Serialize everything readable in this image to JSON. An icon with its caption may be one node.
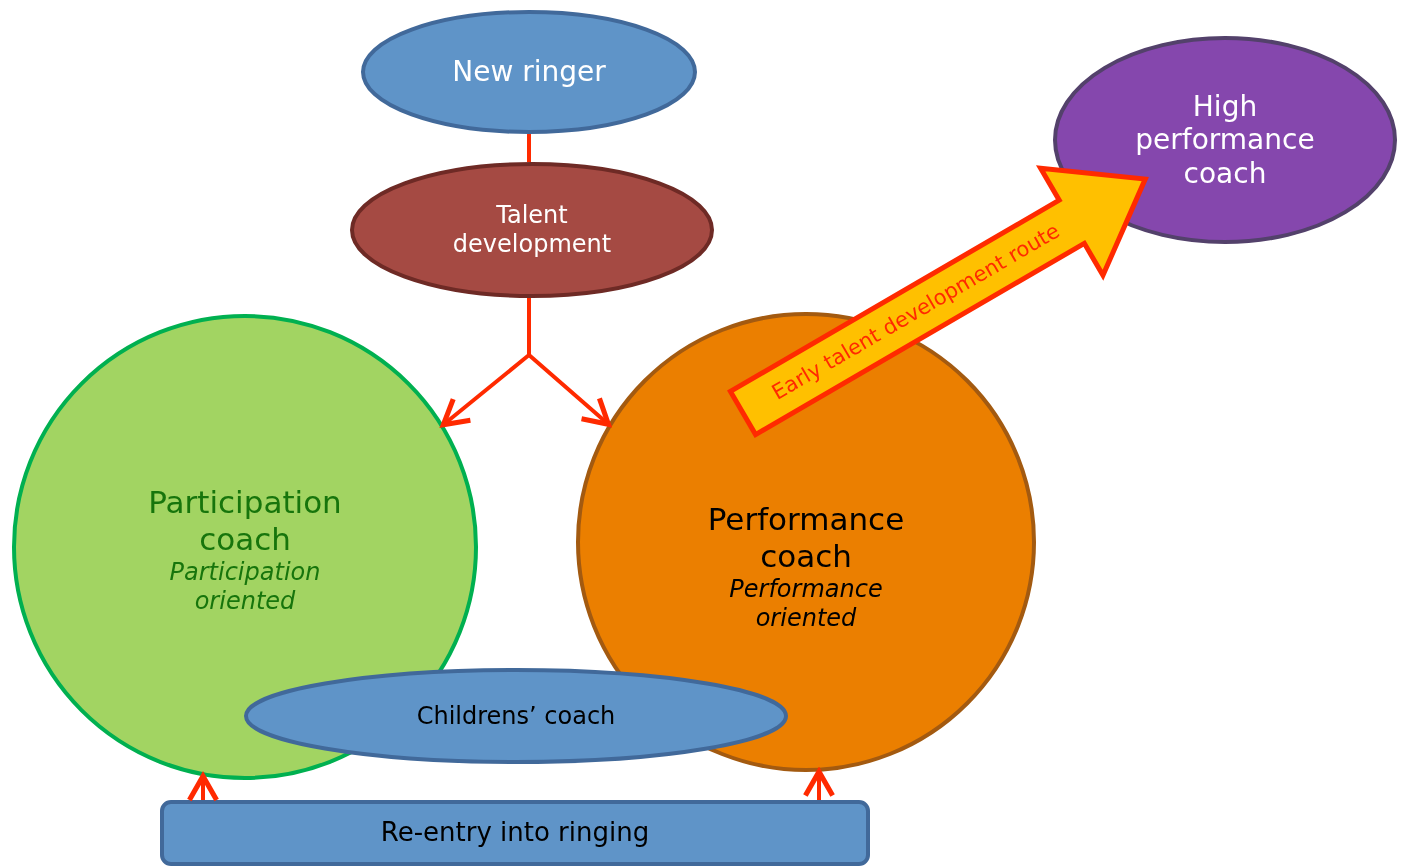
{
  "diagram": {
    "nodes": [
      {
        "text": [
          "New ringer"
        ]
      },
      {
        "text": [
          "Talent development"
        ]
      },
      {
        "text": [
          "Participation coach",
          "Participation oriented"
        ]
      },
      {
        "text": [
          "Performance coach",
          "Performance oriented"
        ]
      },
      {
        "text": [
          "High performance coach"
        ]
      },
      {
        "text": [
          "Childrens’ coach"
        ]
      },
      {
        "text": [
          "Re-entry into ringing"
        ]
      }
    ],
    "edges": [
      {
        "from": 0,
        "to": 1,
        "arrow": "none"
      },
      {
        "from": 1,
        "to": 2,
        "arrow": "to"
      },
      {
        "from": 1,
        "to": 3,
        "arrow": "to"
      },
      {
        "from": 3,
        "to": 4,
        "arrow": "to",
        "label": "Early talent development route",
        "style": "thick",
        "color": "#ffc000"
      },
      {
        "from": 6,
        "to": 2,
        "arrow": "to"
      },
      {
        "from": 6,
        "to": 3,
        "arrow": "to"
      }
    ]
  }
}
